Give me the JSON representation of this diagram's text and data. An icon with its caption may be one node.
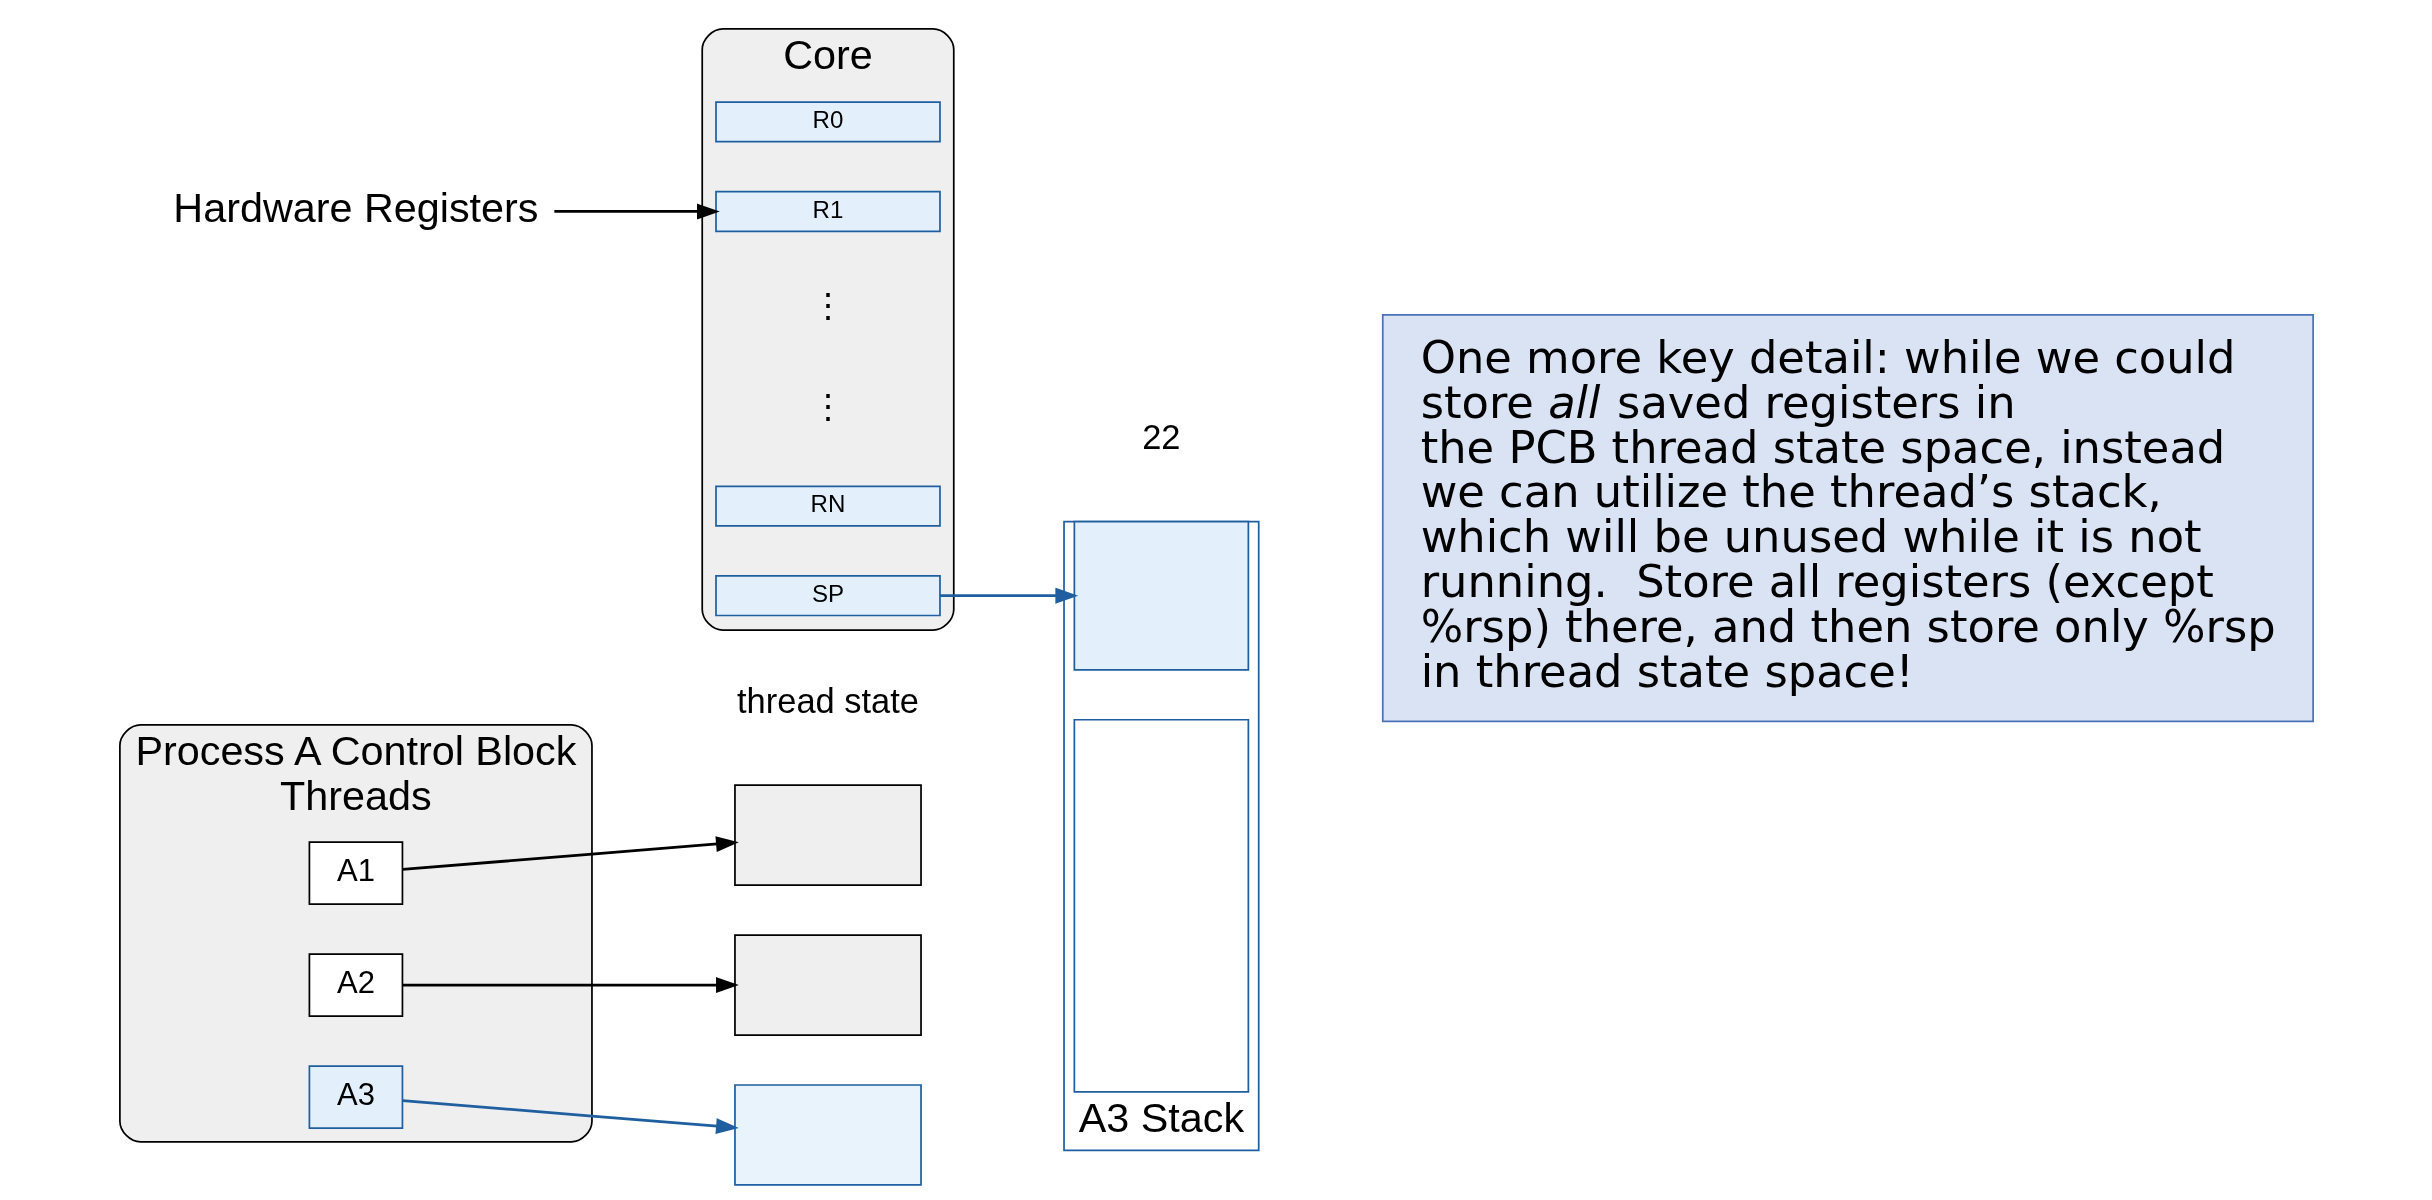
{
  "diagram": {
    "nodes": [
      {
        "text": [
          "Process A Control Block",
          "Threads"
        ]
      },
      {
        "text": [
          "A1"
        ],
        "in": 0
      },
      {
        "text": [
          "A2"
        ],
        "in": 0
      },
      {
        "text": [
          "A3"
        ],
        "in": 0
      },
      {
        "text": [],
        "shape": "box"
      },
      {
        "text": [],
        "shape": "box"
      },
      {
        "text": [],
        "shape": "box"
      },
      {
        "text": [
          "Core"
        ]
      },
      {
        "text": [
          "R0"
        ],
        "in": 7
      },
      {
        "text": [
          "R1"
        ],
        "in": 7
      },
      {
        "text": [
          "RN"
        ],
        "in": 7
      },
      {
        "text": [
          "SP"
        ],
        "in": 7
      },
      {
        "text": [
          "Hardware Registers"
        ]
      },
      {
        "text": [
          "A3 Stack"
        ]
      },
      {
        "text": [],
        "shape": "box",
        "in": 13
      },
      {
        "text": [],
        "shape": "box",
        "in": 13
      },
      {
        "text": [
          "One more key detail: while we could store *all* saved registers in the PCB thread state space, instead we can utilize the thread’s stack, which will be unused while it is not running.  Store all registers (except %rsp) there, and then store only %rsp in thread state space!"
        ]
      }
    ],
    "edges": [
      {
        "from": 1,
        "to": 4,
        "arrow": "to"
      },
      {
        "from": 2,
        "to": 5,
        "arrow": "to"
      },
      {
        "from": 3,
        "to": 6,
        "arrow": "to",
        "color": "#1f5fa0"
      },
      {
        "from": 12,
        "to": 9,
        "arrow": "to"
      },
      {
        "from": 11,
        "to": 14,
        "arrow": "to",
        "color": "#1f5fa0"
      }
    ],
    "labels": [
      "thread state",
      "⋮",
      "⋮",
      "22"
    ]
  }
}
